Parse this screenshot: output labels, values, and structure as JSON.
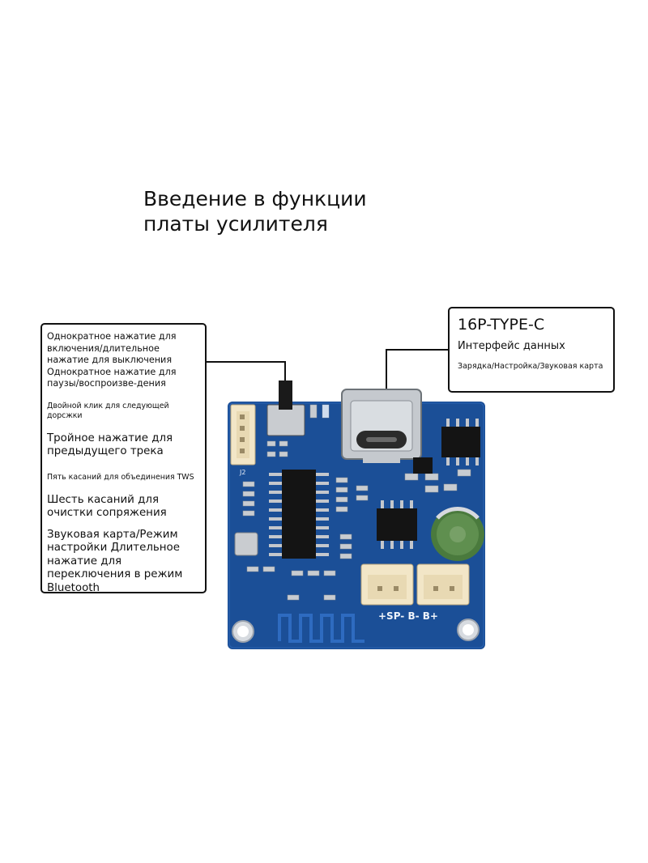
{
  "title": {
    "line1": "Введение в функции",
    "line2": "платы усилителя"
  },
  "left_callout": {
    "items": [
      "Однократное нажатие для включения/длительное нажатие для выключения Однократное нажатие для паузы/воспроизве-дения",
      "Двойной клик для следующей дорсжки",
      "Тройное нажатие для предыдущего трека",
      "Пять касаний для объединения TWS",
      "Шесть касаний для очистки сопряжения",
      "Звуковая карта/Режим настройки Длительное нажатие для переключения в режим Bluetooth"
    ]
  },
  "right_callout": {
    "heading": "16P-TYPE-C",
    "subtitle": "Интерфейс данных",
    "detail": "Зарядка/Настройка/Звуковая карта"
  },
  "board": {
    "pcb_color": "#1b4f97",
    "silkscreen": {
      "j2": "J2",
      "ports": "+SP-  B-  B+"
    }
  }
}
